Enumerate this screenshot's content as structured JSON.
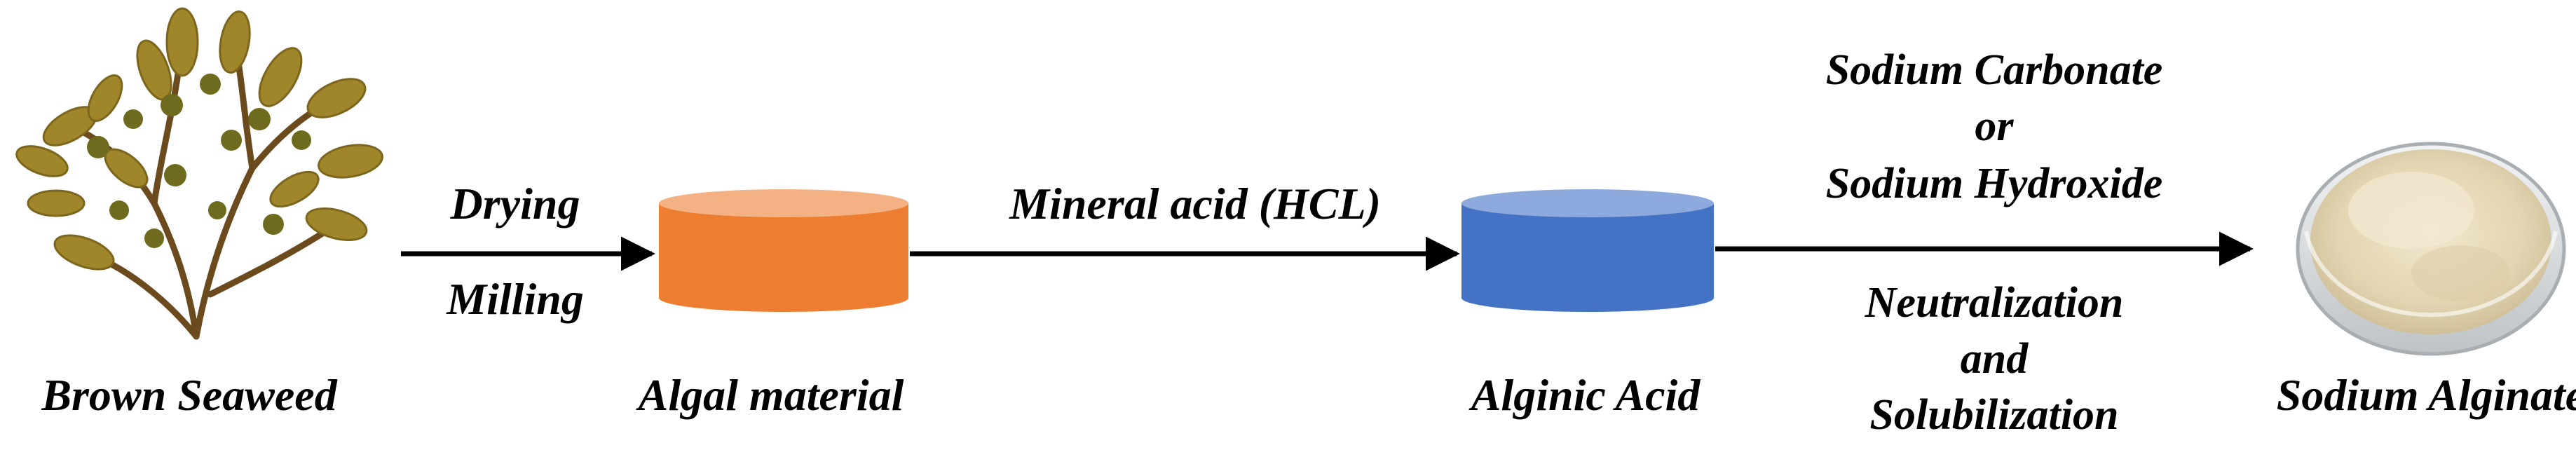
{
  "nodes": {
    "seaweed": {
      "label": "Brown Seaweed"
    },
    "algal": {
      "label": "Algal material",
      "color": "#ED7D31",
      "top_color": "#F4B183"
    },
    "alginic": {
      "label": "Alginic Acid",
      "color": "#4472C4",
      "top_color": "#8EA9DB"
    },
    "sodium": {
      "label": "Sodium Alginate"
    }
  },
  "steps": {
    "step1": {
      "above": "Drying",
      "below": "Milling"
    },
    "step2": {
      "above": "Mineral acid (HCL)"
    },
    "step3": {
      "above": [
        "Sodium Carbonate",
        "or",
        "Sodium Hydroxide"
      ],
      "below": [
        "Neutralization",
        "and",
        "Solubilization"
      ]
    }
  },
  "colors": {
    "arrow": "#000000",
    "seaweed_stem": "#6B4A1E",
    "seaweed_frond": "#A0862A",
    "seaweed_bladder": "#6E6A1E",
    "powder": "#E8DCBE",
    "dish": "#D7D9DB"
  }
}
